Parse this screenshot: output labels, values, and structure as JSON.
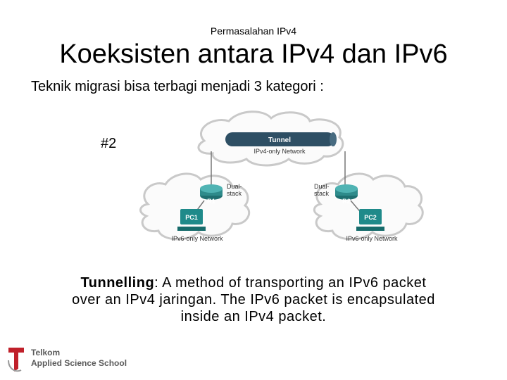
{
  "slide": {
    "subtitle": "Permasalahan IPv4",
    "title": "Koeksisten antara IPv4 dan IPv6",
    "intro": "Teknik migrasi bisa terbagi menjadi 3 kategori :",
    "number": "#2"
  },
  "diagram": {
    "tunnel_label": "Tunnel",
    "ipv4_network_label": "IPv4-only Network",
    "r1_label": "R1",
    "r2_label": "R2",
    "dual_stack_label_line1": "Dual-",
    "dual_stack_label_line2": "stack",
    "pc1_label": "PC1",
    "pc2_label": "PC2",
    "ipv6_network_left": "IPv6-only Network",
    "ipv6_network_right": "IPv6-only Network",
    "colors": {
      "tunnel": "#2e4f64",
      "router": "#2e8b8b",
      "pc": "#1f8a8a",
      "cloud_stroke": "#c9c9c9"
    }
  },
  "caption": {
    "term": "Tunnelling",
    "text": ": A method of transporting an IPv6 packet over an IPv4 jaringan. The IPv6 packet is encapsulated inside an IPv4 packet."
  },
  "logo": {
    "name": "Telkom",
    "school": "Applied Science School",
    "colors": {
      "red": "#c0202a",
      "gray": "#5a5a5a"
    }
  }
}
